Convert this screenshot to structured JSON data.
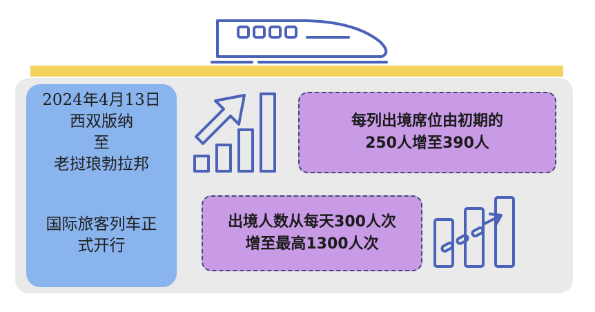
{
  "date_card": {
    "lines": [
      "2024年4月13日",
      "西双版纳",
      "至",
      "老挝琅勃拉邦"
    ],
    "caption_lines": [
      "国际旅客列车正",
      "式开行"
    ]
  },
  "stat_seats": {
    "lines": [
      "每列出境席位由初期的",
      "250人增至390人"
    ]
  },
  "stat_passengers": {
    "lines": [
      "出境人数从每天300人次",
      "增至最高1300人次"
    ]
  },
  "colors": {
    "rail": "#f3d25e",
    "panel": "#eaeaea",
    "date_card": "#8ab4ee",
    "stat_fill": "#c99be6",
    "icon_stroke": "#4a62b8"
  },
  "icons": [
    "train-icon",
    "growth-chart-icon",
    "link-arrow-chart-icon"
  ]
}
